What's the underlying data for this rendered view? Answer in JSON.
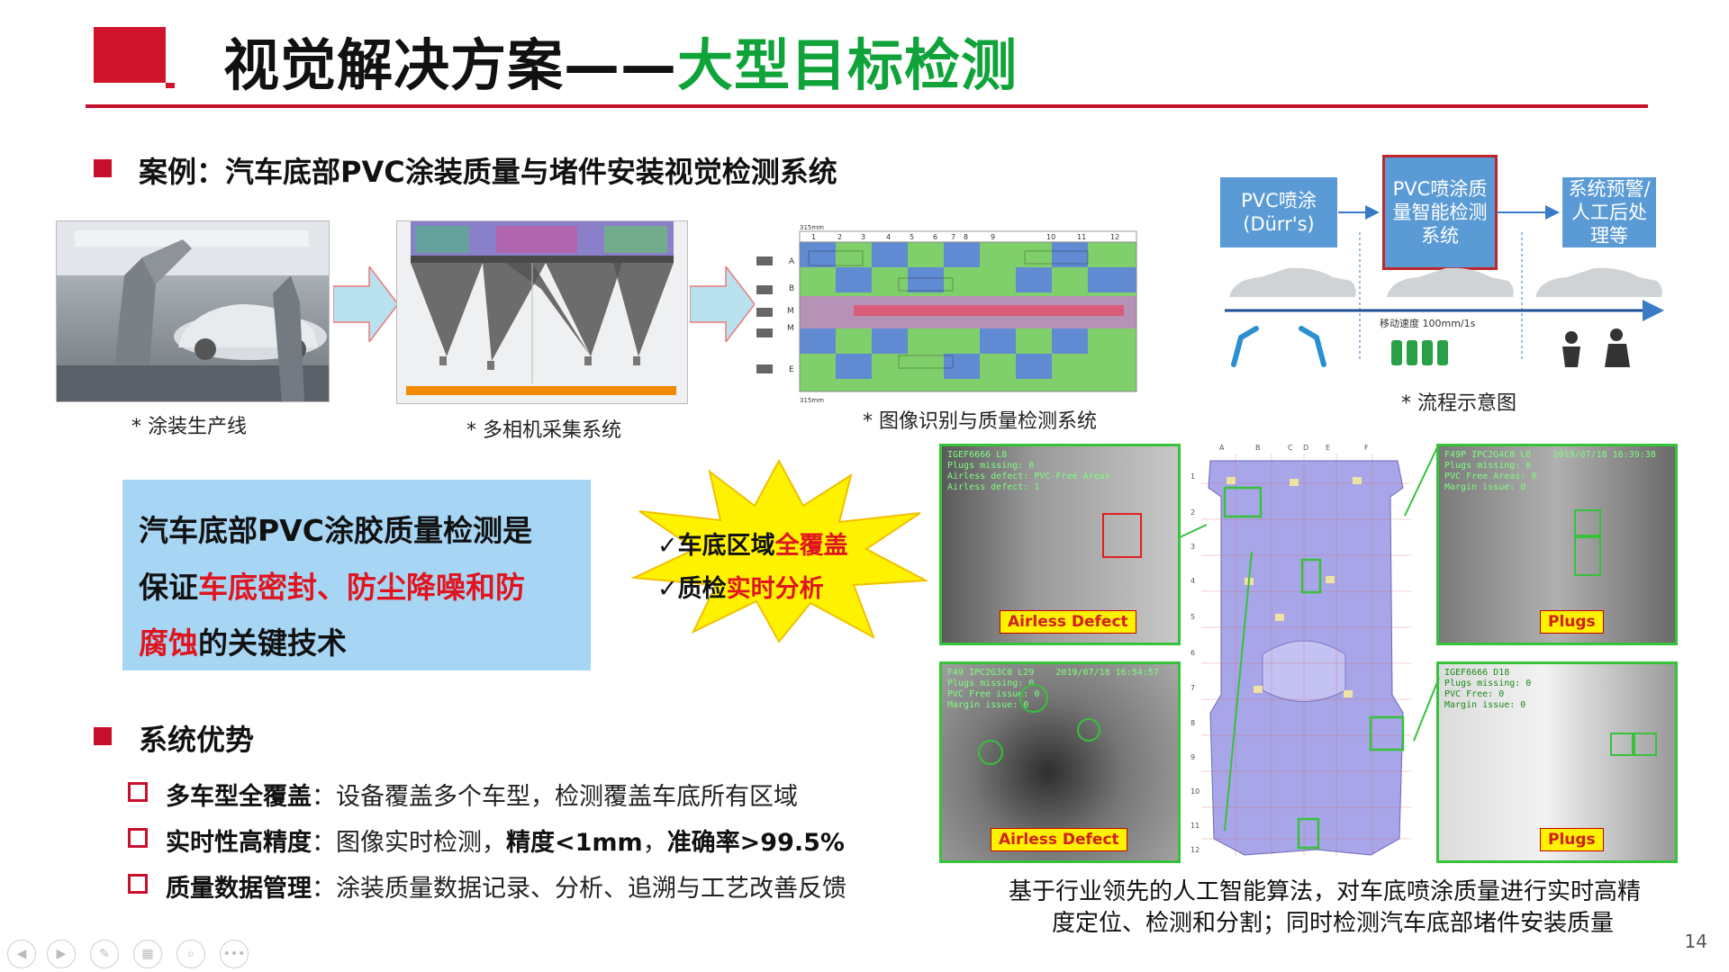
{
  "title": {
    "main": "视觉解决方案——",
    "highlight": "大型目标检测"
  },
  "case": {
    "label": "案例：汽车底部PVC涂装质量与堵件安装视觉检测系统"
  },
  "photos": [
    {
      "caption": "* 涂装生产线"
    },
    {
      "caption": "* 多相机采集系统"
    },
    {
      "caption": "* 图像识别与质量检测系统"
    }
  ],
  "grid_numbers": [
    "1",
    "2",
    "3",
    "4",
    "5",
    "6",
    "7",
    "8",
    "9",
    "10",
    "11",
    "12"
  ],
  "grid_rows": [
    "A",
    "B",
    "M",
    "M",
    "E"
  ],
  "flow": {
    "box1": "PVC喷涂\n(Dürr's)",
    "box2": "PVC喷涂质量智能检测系统",
    "box3": "系统预警/人工后处理等",
    "speed": "移动速度 100mm/1s",
    "caption": "* 流程示意图"
  },
  "keybox": {
    "line1": "汽车底部PVC涂胶质量检测是",
    "line2_a": "保证",
    "line2_b": "车底密封、防尘降噪和防",
    "line3_a": "腐蚀",
    "line3_b": "的关键技术"
  },
  "burst": {
    "item1_a": "✓车底区域",
    "item1_b": "全覆盖",
    "item2_a": "✓质检",
    "item2_b": "实时分析"
  },
  "advantages": {
    "heading": "系统优势",
    "items": [
      {
        "title": "多车型全覆盖",
        "text": "：设备覆盖多个车型，检测覆盖车底所有区域"
      },
      {
        "title": "实时性高精度",
        "text": "：图像实时检测，",
        "hl1": "精度<1mm",
        "sep": "，",
        "hl2": "准确率>99.5%"
      },
      {
        "title": "质量数据管理",
        "text": "：涂装质量数据记录、分析、追溯与工艺改善反馈"
      }
    ]
  },
  "inspections": [
    {
      "tag": "Airless Defect",
      "header": "IGEF6666 L8\nPlugs missing: 0\nAirless defect: PVC-Free Areas\nAirless defect: 1"
    },
    {
      "tag": "Plugs",
      "header": "F49P IPC2G4C0 L0    2019/07/18 16:39:38\nPlugs missing: 0\nPVC Free Areas: 0\nMargin issue: 0"
    },
    {
      "tag": "Airless Defect",
      "header": "F49 IPC2G3C0 L29    2019/07/18 16:54:57\nPlugs missing: 0\nPVC Free issue: 0\nMargin issue: 0"
    },
    {
      "tag": "Plugs",
      "header": "IGEF6666 D18\nPlugs missing: 0\nPVC Free: 0\nMargin issue: 0"
    }
  ],
  "floor_map": {
    "cols": [
      "A",
      "B",
      "C",
      "D",
      "E",
      "F"
    ],
    "rows": [
      "1",
      "2",
      "3",
      "4",
      "5",
      "6",
      "7",
      "8",
      "9",
      "10",
      "11",
      "12"
    ]
  },
  "inspection_caption": {
    "line1": "基于行业领先的人工智能算法，对车底喷涂质量进行实时高精",
    "line2": "度定位、检测和分割；同时检测汽车底部堵件安装质量"
  },
  "page_number": "14",
  "colors": {
    "brand_red": "#c8102e",
    "accent_green": "#0fa339",
    "flow_blue": "#5b9bd5"
  },
  "nav_icons": [
    "prev-icon",
    "next-icon",
    "pen-icon",
    "slides-icon",
    "zoom-icon",
    "more-icon"
  ]
}
